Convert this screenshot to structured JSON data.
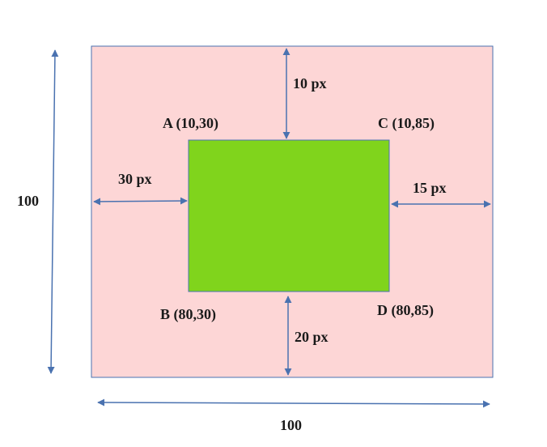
{
  "colors": {
    "outer_fill": "#fdd6d6",
    "outer_stroke": "#4a72b0",
    "inner_fill": "#80d41c",
    "inner_stroke": "#4a72b0",
    "arrow": "#4a72b0"
  },
  "labels": {
    "height_total": "100",
    "width_total": "100",
    "margin_top": "10 px",
    "margin_left": "30 px",
    "margin_right": "15 px",
    "margin_bottom": "20 px",
    "corner_a": "A (10,30)",
    "corner_b": "B (80,30)",
    "corner_c": "C (10,85)",
    "corner_d": "D (80,85)"
  }
}
